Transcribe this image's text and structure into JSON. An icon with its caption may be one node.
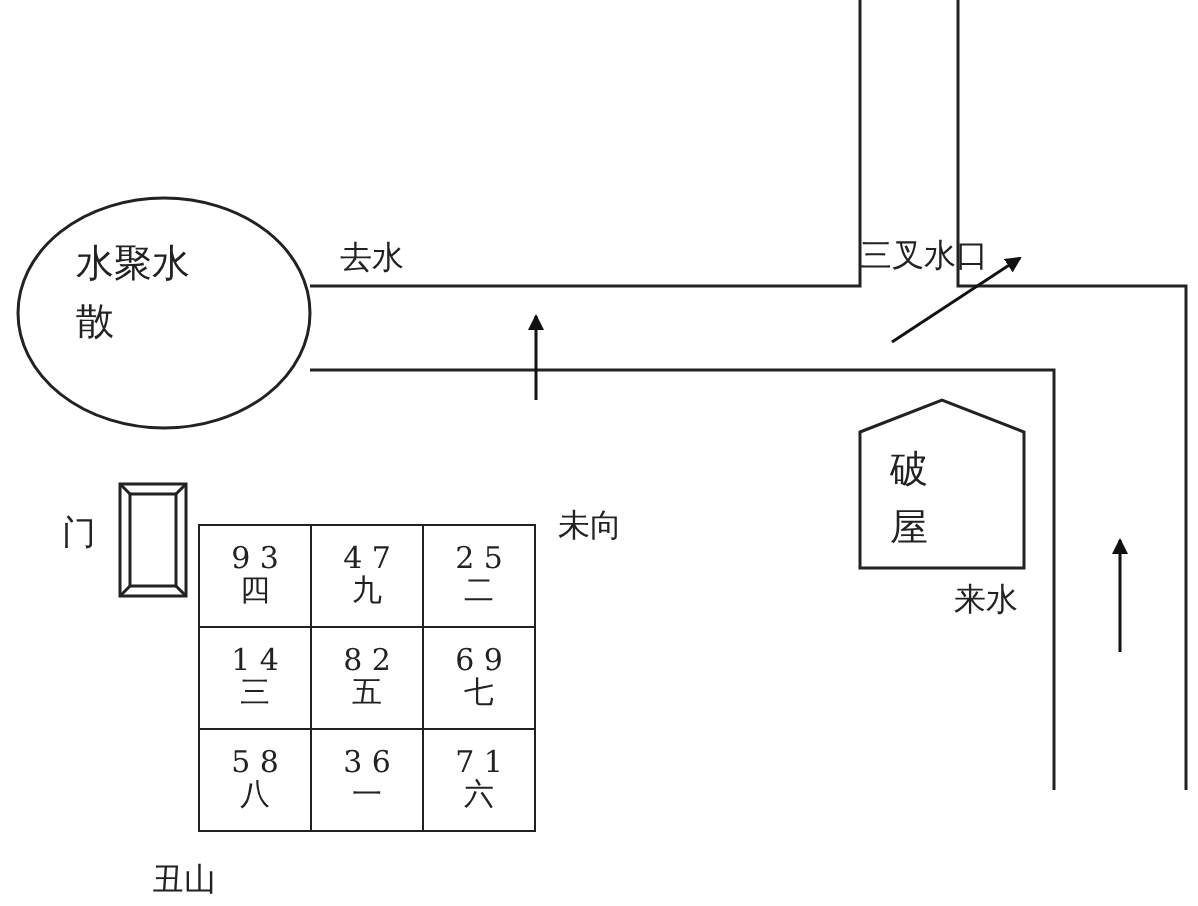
{
  "diagram": {
    "nodes": [
      {
        "text": [
          "水聚水散"
        ]
      },
      {
        "text": [
          "破屋"
        ]
      },
      {
        "text": [],
        "shape": "box",
        "beside": [
          "门"
        ]
      }
    ],
    "labels": [
      "去水",
      "三叉水口",
      "未向",
      "来水",
      "丑山",
      "9 3",
      "四",
      "4 7",
      "九",
      "2 5",
      "二",
      "1 4",
      "三",
      "8 2",
      "五",
      "6 9",
      "七",
      "5 8",
      "八",
      "3 6",
      "一",
      "7 1",
      "六"
    ]
  }
}
